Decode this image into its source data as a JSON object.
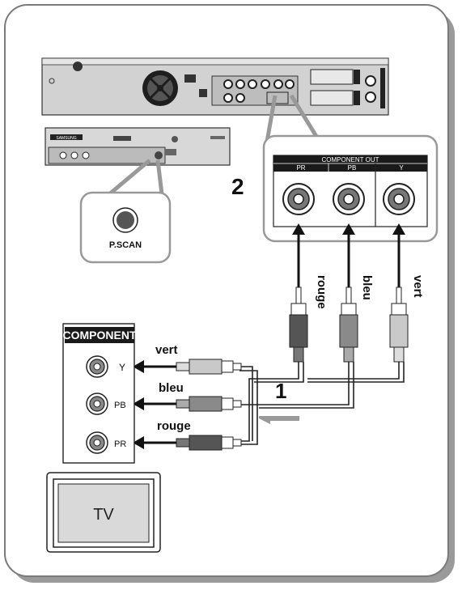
{
  "labels": {
    "pscan": "P.SCAN",
    "component_out_title": "COMPONENT OUT",
    "port_pr": "PR",
    "port_pb": "PB",
    "port_y": "Y",
    "step_2": "2",
    "step_1": "1",
    "cable_rouge": "rouge",
    "cable_bleu": "bleu",
    "cable_vert": "vert",
    "tv_component_title": "COMPONENT",
    "tv_jack_y": "Y",
    "tv_jack_pb": "PB",
    "tv_jack_pr": "PR",
    "tv_label": "TV",
    "brand": "SAMSUNG"
  },
  "colors": {
    "frame_border": "#7a7a7a",
    "frame_shadow": "#9a9a9a",
    "device_body": "#d6d6d6",
    "device_dark": "#2a2a2a",
    "plug_red": "#555555",
    "plug_blue": "#8a8a8a",
    "plug_green": "#c9c9c9"
  }
}
